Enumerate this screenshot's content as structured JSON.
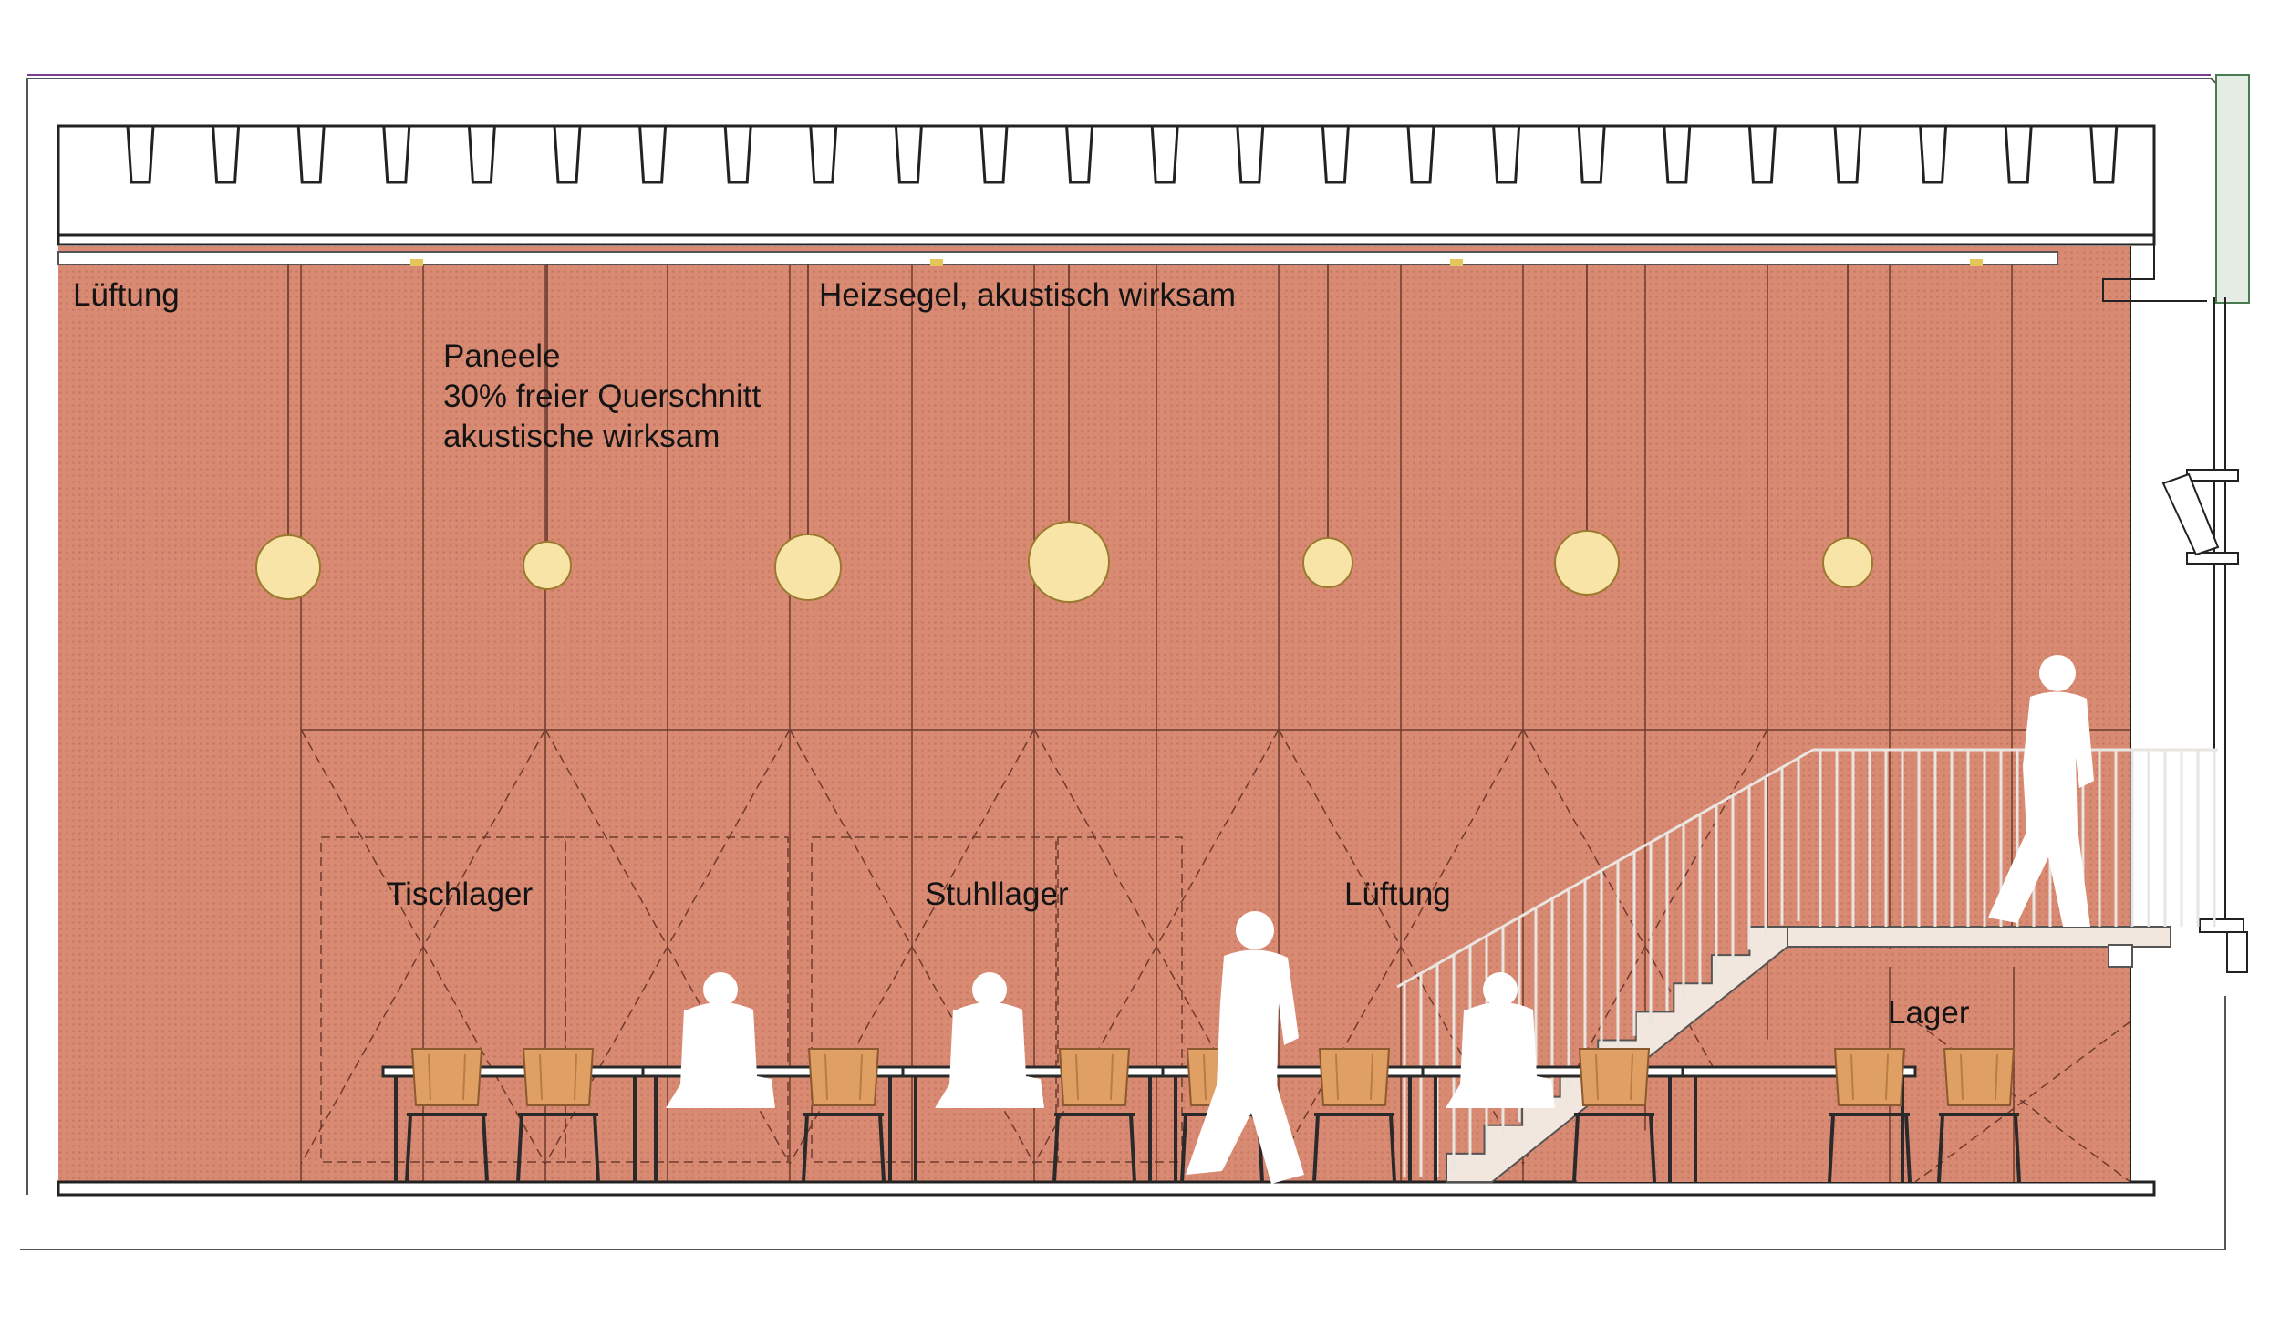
{
  "labels": {
    "ventilation_top": "Lüftung",
    "heating_sail": "Heizsegel, akustisch wirksam",
    "panels_line1": "Paneele",
    "panels_line2": "30% freier Querschnitt",
    "panels_line3": "akustische wirksam",
    "table_storage": "Tischlager",
    "chair_storage": "Stuhllager",
    "ventilation_mid": "Lüftung",
    "storage": "Lager"
  },
  "colors": {
    "wall": "#d98a73",
    "wall_dots": "#b86a55",
    "panel_line": "#6e3a2c",
    "lamp_fill": "#f8e4a6",
    "lamp_stroke": "#9b7a2e",
    "chair_wood": "#e0a064",
    "stair_concrete": "#f1e7de",
    "structure": "#2a2a2a",
    "figure": "#ffffff"
  },
  "icons": {
    "pendant_lamp": "pendant-lamp-icon",
    "chair": "chair-icon",
    "person": "person-silhouette-icon"
  }
}
